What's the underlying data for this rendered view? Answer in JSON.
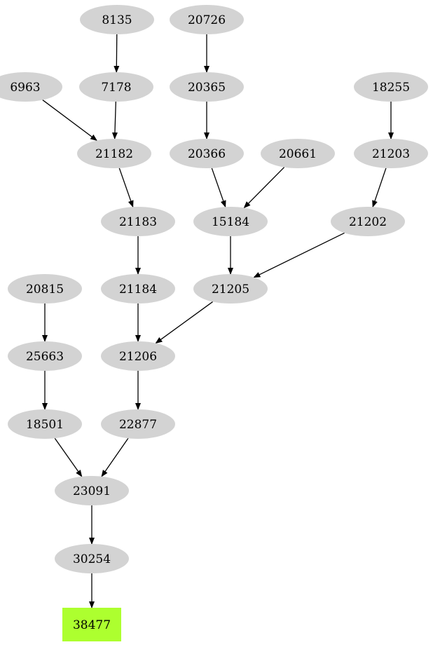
{
  "colors": {
    "node_fill": "#d3d3d3",
    "target_fill": "#adff2f",
    "edge": "#000000",
    "background": "#ffffff"
  },
  "nodes": [
    {
      "id": "n8135",
      "label": "8135",
      "shape": "ellipse"
    },
    {
      "id": "n20726",
      "label": "20726",
      "shape": "ellipse"
    },
    {
      "id": "n6963",
      "label": "6963",
      "shape": "ellipse"
    },
    {
      "id": "n7178",
      "label": "7178",
      "shape": "ellipse"
    },
    {
      "id": "n20365",
      "label": "20365",
      "shape": "ellipse"
    },
    {
      "id": "n18255",
      "label": "18255",
      "shape": "ellipse"
    },
    {
      "id": "n21182",
      "label": "21182",
      "shape": "ellipse"
    },
    {
      "id": "n20366",
      "label": "20366",
      "shape": "ellipse"
    },
    {
      "id": "n20661",
      "label": "20661",
      "shape": "ellipse"
    },
    {
      "id": "n21203",
      "label": "21203",
      "shape": "ellipse"
    },
    {
      "id": "n21183",
      "label": "21183",
      "shape": "ellipse"
    },
    {
      "id": "n15184",
      "label": "15184",
      "shape": "ellipse"
    },
    {
      "id": "n21202",
      "label": "21202",
      "shape": "ellipse"
    },
    {
      "id": "n20815",
      "label": "20815",
      "shape": "ellipse"
    },
    {
      "id": "n21184",
      "label": "21184",
      "shape": "ellipse"
    },
    {
      "id": "n21205",
      "label": "21205",
      "shape": "ellipse"
    },
    {
      "id": "n25663",
      "label": "25663",
      "shape": "ellipse"
    },
    {
      "id": "n21206",
      "label": "21206",
      "shape": "ellipse"
    },
    {
      "id": "n18501",
      "label": "18501",
      "shape": "ellipse"
    },
    {
      "id": "n22877",
      "label": "22877",
      "shape": "ellipse"
    },
    {
      "id": "n23091",
      "label": "23091",
      "shape": "ellipse"
    },
    {
      "id": "n30254",
      "label": "30254",
      "shape": "ellipse"
    },
    {
      "id": "n38477",
      "label": "38477",
      "shape": "box"
    }
  ],
  "edges": [
    {
      "from": "n8135",
      "to": "n7178"
    },
    {
      "from": "n20726",
      "to": "n20365"
    },
    {
      "from": "n6963",
      "to": "n21182"
    },
    {
      "from": "n7178",
      "to": "n21182"
    },
    {
      "from": "n20365",
      "to": "n20366"
    },
    {
      "from": "n18255",
      "to": "n21203"
    },
    {
      "from": "n21182",
      "to": "n21183"
    },
    {
      "from": "n20366",
      "to": "n15184"
    },
    {
      "from": "n20661",
      "to": "n15184"
    },
    {
      "from": "n21203",
      "to": "n21202"
    },
    {
      "from": "n21183",
      "to": "n21184"
    },
    {
      "from": "n15184",
      "to": "n21205"
    },
    {
      "from": "n21202",
      "to": "n21205"
    },
    {
      "from": "n20815",
      "to": "n25663"
    },
    {
      "from": "n21184",
      "to": "n21206"
    },
    {
      "from": "n21205",
      "to": "n21206"
    },
    {
      "from": "n25663",
      "to": "n18501"
    },
    {
      "from": "n21206",
      "to": "n22877"
    },
    {
      "from": "n18501",
      "to": "n23091"
    },
    {
      "from": "n22877",
      "to": "n23091"
    },
    {
      "from": "n23091",
      "to": "n30254"
    },
    {
      "from": "n30254",
      "to": "n38477"
    }
  ]
}
